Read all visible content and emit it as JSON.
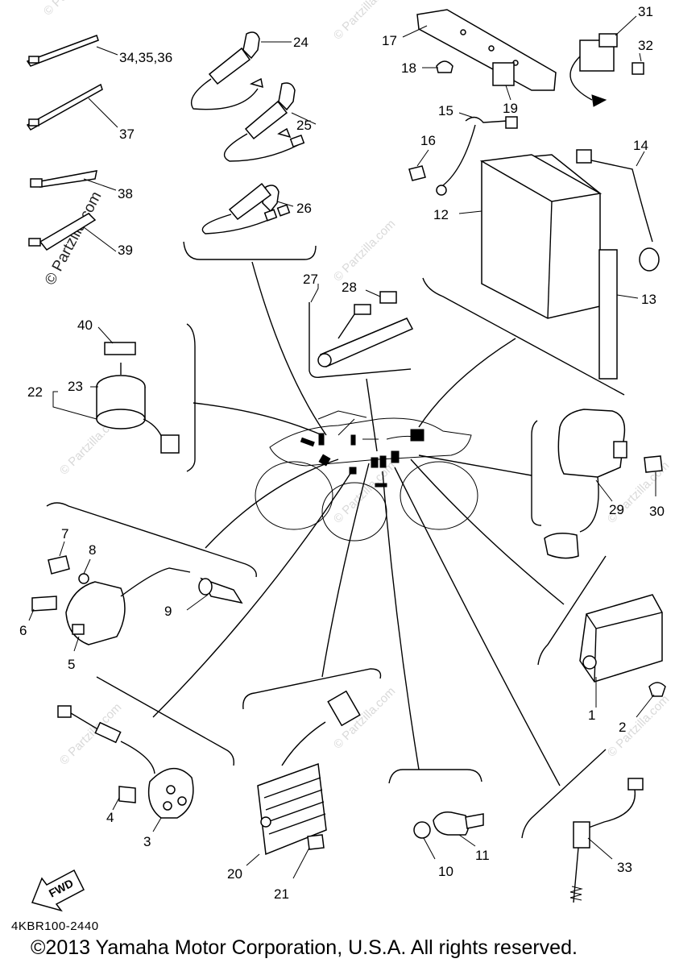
{
  "diagram": {
    "part_code": "4KBR100-2440",
    "copyright": "©2013 Yamaha Motor Corporation, U.S.A. All rights reserved.",
    "fwd_label": "FWD",
    "watermark_text": "© Partzilla.com",
    "watermark_text_side": "© Partzilla.com",
    "callouts": [
      "1",
      "2",
      "3",
      "4",
      "5",
      "6",
      "7",
      "8",
      "9",
      "10",
      "11",
      "12",
      "13",
      "14",
      "15",
      "16",
      "17",
      "18",
      "19",
      "20",
      "21",
      "22",
      "23",
      "24",
      "25",
      "26",
      "27",
      "28",
      "29",
      "30",
      "31",
      "32",
      "33",
      "34,35,36",
      "37",
      "38",
      "39",
      "40"
    ]
  }
}
